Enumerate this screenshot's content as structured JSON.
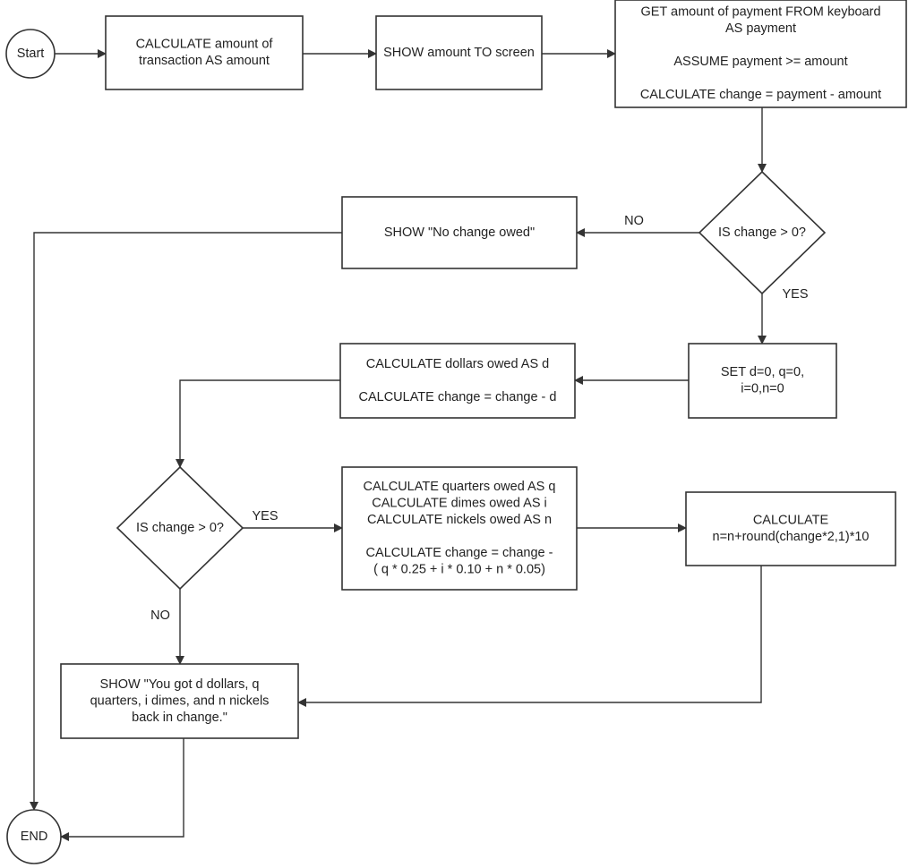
{
  "nodes": {
    "start": {
      "kind": "terminal",
      "lines": [
        "Start"
      ]
    },
    "calc_amount": {
      "kind": "process",
      "lines": [
        "CALCULATE amount of",
        "transaction AS amount"
      ]
    },
    "show_amount": {
      "kind": "process",
      "lines": [
        "SHOW amount TO screen"
      ]
    },
    "get_payment": {
      "kind": "process",
      "lines": [
        "GET amount of payment FROM keyboard",
        "AS payment",
        "",
        "ASSUME payment >= amount",
        "",
        "CALCULATE change = payment - amount"
      ]
    },
    "decision1": {
      "kind": "decision",
      "lines": [
        "IS change > 0?"
      ]
    },
    "no_change": {
      "kind": "process",
      "lines": [
        "SHOW \"No change owed\""
      ]
    },
    "set_vars": {
      "kind": "process",
      "lines": [
        "SET d=0, q=0,",
        "i=0,n=0"
      ]
    },
    "calc_dollars": {
      "kind": "process",
      "lines": [
        "CALCULATE dollars owed AS d",
        "",
        "CALCULATE change = change - d"
      ]
    },
    "decision2": {
      "kind": "decision",
      "lines": [
        "IS change > 0?"
      ]
    },
    "calc_coins": {
      "kind": "process",
      "lines": [
        "CALCULATE quarters owed AS q",
        "CALCULATE dimes owed AS i",
        "CALCULATE nickels owed AS n",
        "",
        "CALCULATE change = change -",
        "( q * 0.25 + i * 0.10 + n * 0.05)"
      ]
    },
    "calc_nickels": {
      "kind": "process",
      "lines": [
        "CALCULATE",
        "n=n+round(change*2,1)*10"
      ]
    },
    "show_result": {
      "kind": "process",
      "lines": [
        "SHOW \"You got d dollars, q",
        "quarters, i dimes, and n nickels",
        "back in change.\""
      ]
    },
    "end": {
      "kind": "terminal",
      "lines": [
        "END"
      ]
    }
  },
  "edges": [
    {
      "from": "start",
      "to": "calc_amount",
      "label": ""
    },
    {
      "from": "calc_amount",
      "to": "show_amount",
      "label": ""
    },
    {
      "from": "show_amount",
      "to": "get_payment",
      "label": ""
    },
    {
      "from": "get_payment",
      "to": "decision1",
      "label": ""
    },
    {
      "from": "decision1",
      "to": "no_change",
      "label": "NO"
    },
    {
      "from": "decision1",
      "to": "set_vars",
      "label": "YES"
    },
    {
      "from": "set_vars",
      "to": "calc_dollars",
      "label": ""
    },
    {
      "from": "calc_dollars",
      "to": "decision2",
      "label": ""
    },
    {
      "from": "decision2",
      "to": "calc_coins",
      "label": "YES"
    },
    {
      "from": "decision2",
      "to": "show_result",
      "label": "NO"
    },
    {
      "from": "calc_coins",
      "to": "calc_nickels",
      "label": ""
    },
    {
      "from": "calc_nickels",
      "to": "show_result",
      "label": ""
    },
    {
      "from": "no_change",
      "to": "end",
      "label": ""
    },
    {
      "from": "show_result",
      "to": "end",
      "label": ""
    }
  ]
}
